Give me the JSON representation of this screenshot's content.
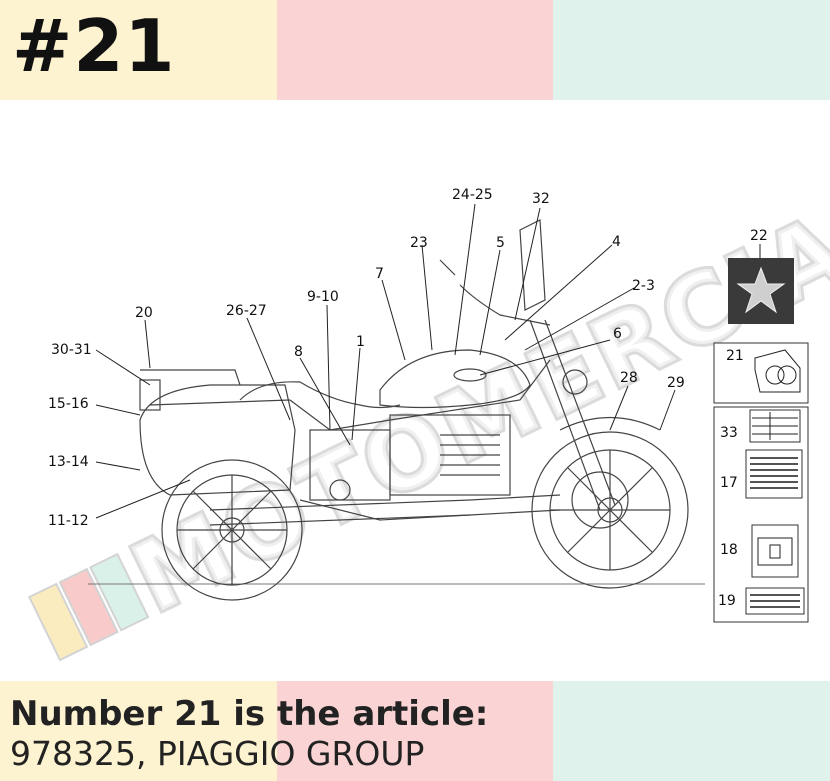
{
  "header": {
    "badge": "#21"
  },
  "caption": {
    "line1": "Number 21 is the article:",
    "line2": "978325, PIAGGIO GROUP"
  },
  "watermark": {
    "text": "MOTOMERCIA"
  },
  "colors": {
    "yellow": "#fdf3d0",
    "pink": "#fad4d4",
    "mint": "#e0f2ec"
  },
  "callouts": [
    "24-25",
    "32",
    "23",
    "5",
    "4",
    "7",
    "2-3",
    "20",
    "26-27",
    "9-10",
    "30-31",
    "8",
    "1",
    "6",
    "28",
    "29",
    "15-16",
    "13-14",
    "11-12"
  ],
  "side_parts": [
    "22",
    "21",
    "33",
    "17",
    "18",
    "19"
  ]
}
